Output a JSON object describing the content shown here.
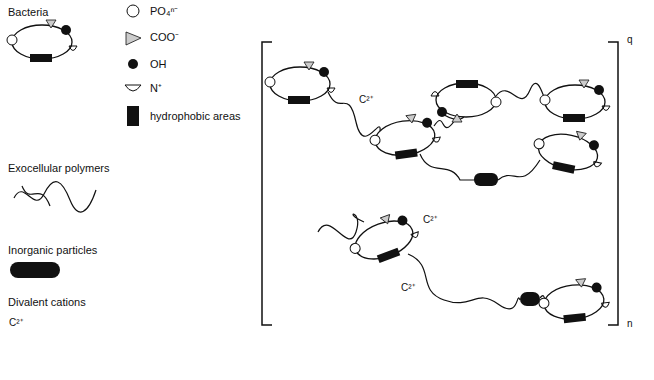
{
  "diagram": {
    "labels": [
      "C²⁺",
      "C²⁺",
      "C²⁺",
      "C²⁺",
      "q",
      "n"
    ],
    "legend": [
      {
        "text": "Bacteria"
      },
      {
        "text": "PO₄ⁿ⁻"
      },
      {
        "text": "COO⁻"
      },
      {
        "text": "OH"
      },
      {
        "text": "N⁺"
      },
      {
        "text": "hydrophobic areas"
      },
      {
        "text": "Exocellular polymers"
      },
      {
        "text": "Inorganic particles"
      },
      {
        "text": "Divalent cations"
      }
    ]
  }
}
